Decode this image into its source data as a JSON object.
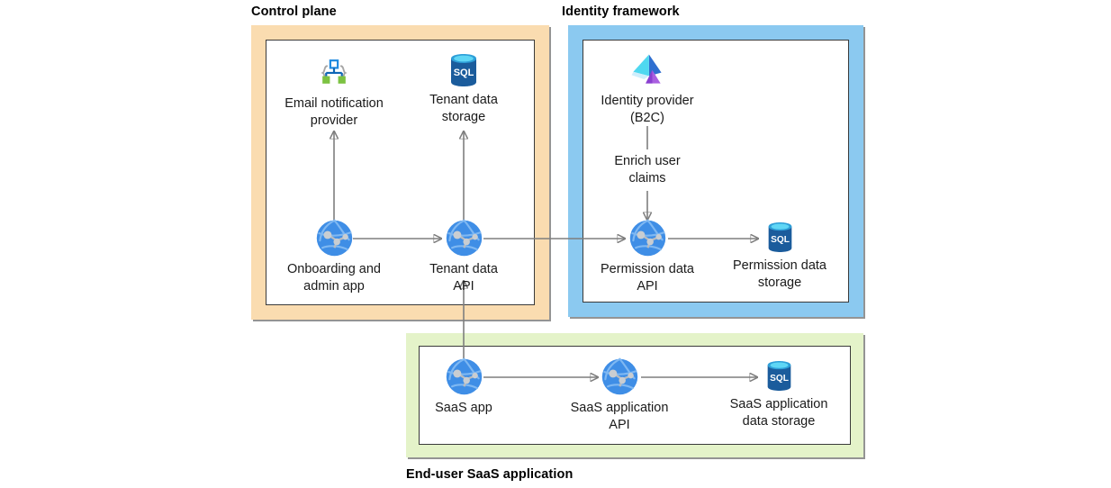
{
  "diagram": {
    "title_zones": [
      {
        "id": "control-plane",
        "label": "Control plane",
        "border_color": "#FADCB0",
        "label_position": "top-left"
      },
      {
        "id": "identity-framework",
        "label": "Identity framework",
        "border_color": "#8BC9F0",
        "label_position": "top-left"
      },
      {
        "id": "end-user-saas-application",
        "label": "End-user SaaS application",
        "border_color": "#E4F3C9",
        "label_position": "bottom-left"
      }
    ],
    "nodes": [
      {
        "id": "email-notification-provider",
        "label": "Email notification\nprovider",
        "icon": "logic-apps-icon",
        "zone": "control-plane"
      },
      {
        "id": "tenant-data-storage",
        "label": "Tenant data\nstorage",
        "icon": "sql-database-icon",
        "zone": "control-plane"
      },
      {
        "id": "onboarding-and-admin-app",
        "label": "Onboarding and\nadmin app",
        "icon": "app-service-icon",
        "zone": "control-plane"
      },
      {
        "id": "tenant-data-api",
        "label": "Tenant data\nAPI",
        "icon": "app-service-icon",
        "zone": "control-plane"
      },
      {
        "id": "identity-provider-b2c",
        "label": "Identity provider\n(B2C)",
        "icon": "azure-ad-b2c-icon",
        "zone": "identity-framework"
      },
      {
        "id": "permission-data-api",
        "label": "Permission data\nAPI",
        "icon": "app-service-icon",
        "zone": "identity-framework"
      },
      {
        "id": "permission-data-storage",
        "label": "Permission data\nstorage",
        "icon": "sql-database-icon",
        "zone": "identity-framework"
      },
      {
        "id": "saas-app",
        "label": "SaaS app",
        "icon": "app-service-icon",
        "zone": "end-user-saas-application"
      },
      {
        "id": "saas-application-api",
        "label": "SaaS application\nAPI",
        "icon": "app-service-icon",
        "zone": "end-user-saas-application"
      },
      {
        "id": "saas-application-data-storage",
        "label": "SaaS application\ndata storage",
        "icon": "sql-database-icon",
        "zone": "end-user-saas-application"
      }
    ],
    "edge_labels": [
      {
        "id": "enrich-user-claims",
        "text": "Enrich user\nclaims"
      }
    ],
    "connections": [
      {
        "from": "onboarding-and-admin-app",
        "to": "email-notification-provider"
      },
      {
        "from": "onboarding-and-admin-app",
        "to": "tenant-data-api"
      },
      {
        "from": "tenant-data-api",
        "to": "tenant-data-storage"
      },
      {
        "from": "tenant-data-api",
        "to": "permission-data-api"
      },
      {
        "from": "identity-provider-b2c",
        "to": "permission-data-api"
      },
      {
        "from": "permission-data-api",
        "to": "permission-data-storage"
      },
      {
        "from": "saas-app",
        "to": "tenant-data-api"
      },
      {
        "from": "saas-app",
        "to": "saas-application-api"
      },
      {
        "from": "saas-application-api",
        "to": "saas-application-data-storage"
      }
    ],
    "colors": {
      "connector": "#7e7e7e",
      "arrowhead": "#3a3a3a",
      "text": "#1a1a1a",
      "background": "#ffffff"
    }
  }
}
